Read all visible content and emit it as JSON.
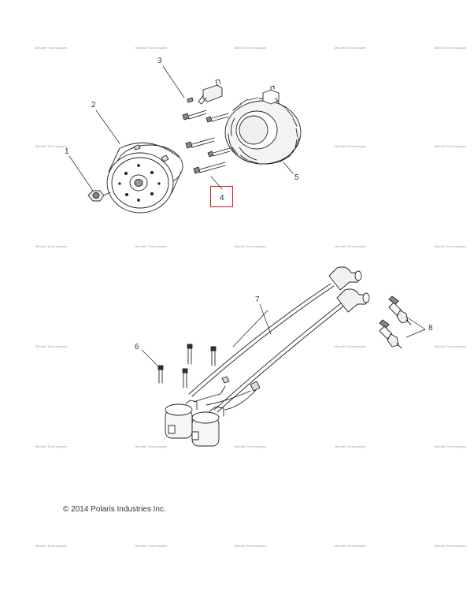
{
  "callouts": {
    "c1": "1",
    "c2": "2",
    "c3": "3",
    "c4": "4",
    "c5": "5",
    "c6": "6",
    "c7": "7",
    "c8": "8"
  },
  "highlight_color": "#d9141e",
  "copyright": "© 2014 Polaris Industries Inc.",
  "watermark": "Mitchell Technologies"
}
